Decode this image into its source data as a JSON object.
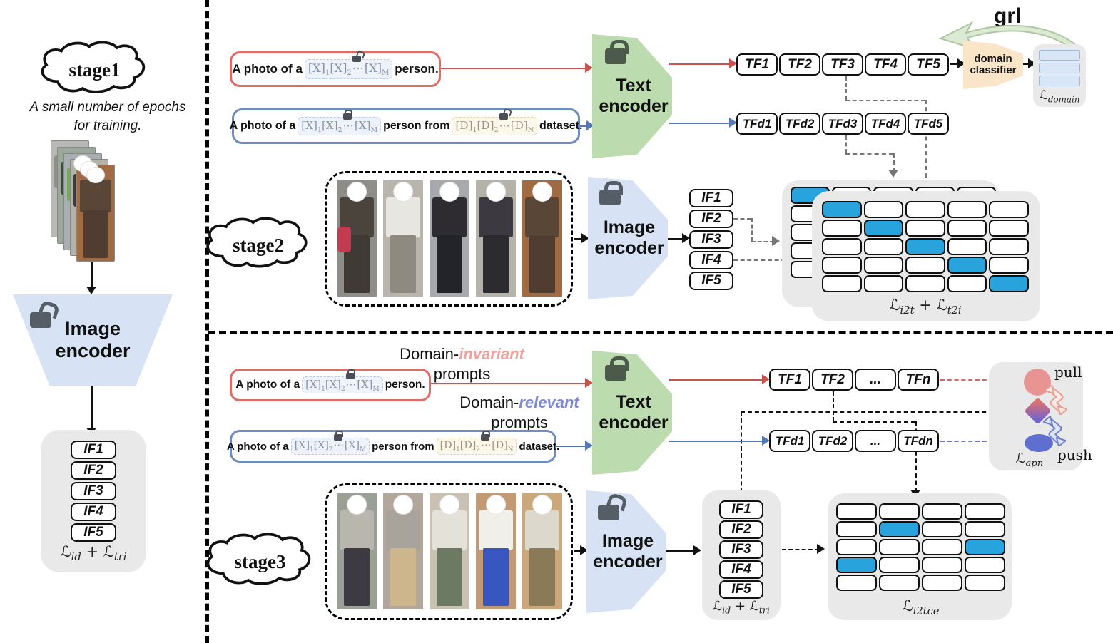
{
  "stage1": {
    "label": "stage1",
    "note1": "A small number of epochs",
    "note2": "for training.",
    "encoder_line1": "Image",
    "encoder_line2": "encoder",
    "features": [
      "IF1",
      "IF2",
      "IF3",
      "IF4",
      "IF5"
    ],
    "loss": {
      "l1": "ℒ",
      "s1": "id",
      "op": "+",
      "l2": "ℒ",
      "s2": "tri"
    },
    "persons": [
      {
        "bg": "#b8b9b4",
        "top": "#8e9088",
        "bot": "#5f6158"
      },
      {
        "bg": "#9aa79a",
        "top": "#3f4a3e",
        "bot": "#32382f"
      },
      {
        "bg": "#a9aeb2",
        "top": "#6fae58",
        "bot": "#e0b23a"
      },
      {
        "bg": "#b5b2aa",
        "top": "#3c3a40",
        "bot": "#2b2b30"
      },
      {
        "bg": "#a06b43",
        "top": "#5a4636",
        "bot": "#4e3d30"
      }
    ]
  },
  "tokens": {
    "photo_prefix": "A photo of a",
    "person_suffix": "person.",
    "person_from": "person from",
    "dataset_suffix": "dataset.",
    "x": "[X]",
    "d": "[D]",
    "s1": "1",
    "s2": "2",
    "dots": "⋯",
    "sM": "M",
    "sN": "N"
  },
  "stage2": {
    "label": "stage2",
    "text_encoder_line1": "Text",
    "text_encoder_line2": "encoder",
    "image_encoder_line1": "Image",
    "image_encoder_line2": "encoder",
    "tf": [
      "TF1",
      "TF2",
      "TF3",
      "TF4",
      "TF5"
    ],
    "tfd": [
      "TFd1",
      "TFd2",
      "TFd3",
      "TFd4",
      "TFd5"
    ],
    "features": [
      "IF1",
      "IF2",
      "IF3",
      "IF4",
      "IF5"
    ],
    "grl": "grl",
    "classifier_line1": "domain",
    "classifier_line2": "classifier",
    "loss_domain": {
      "l1": "ℒ",
      "s1": "domain"
    },
    "loss_matrix": {
      "l1": "ℒ",
      "s1": "i2t",
      "op": "+",
      "l2": "ℒ",
      "s2": "t2i"
    },
    "matrix_back": {
      "rows": 5,
      "cols": 5,
      "blue": [
        [
          0,
          0
        ]
      ]
    },
    "matrix_front": {
      "rows": 5,
      "cols": 5,
      "blue": [
        [
          0,
          0
        ],
        [
          1,
          1
        ],
        [
          2,
          2
        ],
        [
          3,
          3
        ],
        [
          4,
          4
        ]
      ]
    },
    "persons": [
      {
        "bg": "#8f8d88",
        "top": "#4a443c",
        "bot": "#3f3a33",
        "acc": "#c33b4e"
      },
      {
        "bg": "#b9b5ac",
        "top": "#e8e6e0",
        "bot": "#8e8a80"
      },
      {
        "bg": "#a7a9ad",
        "top": "#2e2c31",
        "bot": "#23242a"
      },
      {
        "bg": "#b5b2aa",
        "top": "#3c3a40",
        "bot": "#2b2b30"
      },
      {
        "bg": "#a06b43",
        "top": "#5a4636",
        "bot": "#4e3d30"
      }
    ]
  },
  "stage3": {
    "label": "stage3",
    "caption_inv_prefix": "Domain-",
    "caption_inv_em": "invariant",
    "caption_rel_prefix": "Domain-",
    "caption_rel_em": "relevant",
    "caption_line2": "prompts",
    "text_encoder_line1": "Text",
    "text_encoder_line2": "encoder",
    "image_encoder_line1": "Image",
    "image_encoder_line2": "encoder",
    "tf": [
      "TF1",
      "TF2",
      "...",
      "TFn"
    ],
    "tfd": [
      "TFd1",
      "TFd2",
      "...",
      "TFdn"
    ],
    "features": [
      "IF1",
      "IF2",
      "IF3",
      "IF4",
      "IF5"
    ],
    "pull": "pull",
    "push": "push",
    "loss_apn": {
      "l1": "ℒ",
      "s1": "apn"
    },
    "loss_idtri": {
      "l1": "ℒ",
      "s1": "id",
      "op": "+",
      "l2": "ℒ",
      "s2": "tri"
    },
    "loss_i2tce": {
      "l1": "ℒ",
      "s1": "i2tce"
    },
    "matrix": {
      "rows": 5,
      "cols": 4,
      "blue": [
        [
          1,
          1
        ],
        [
          2,
          3
        ],
        [
          3,
          0
        ]
      ]
    },
    "persons": [
      {
        "bg": "#9aa095",
        "top": "#b9b6ad",
        "bot": "#3e3a44"
      },
      {
        "bg": "#b3a79b",
        "top": "#a8a49c",
        "bot": "#cdb68c"
      },
      {
        "bg": "#c9c2b4",
        "top": "#e3e1d8",
        "bot": "#6c7a64"
      },
      {
        "bg": "#c29a74",
        "top": "#f0efea",
        "bot": "#3956c0"
      },
      {
        "bg": "#caa87c",
        "top": "#ddd8cc",
        "bot": "#8a7a58"
      }
    ]
  },
  "colors": {
    "blue_cell": "#29a3dc",
    "red_arrow": "#c9534f",
    "blue_arrow": "#5577b3",
    "green_encoder": "#bcdbae",
    "blue_encoder": "#d7e3f4",
    "orange_classifier": "#fbe5c8",
    "pink_node": "#e89492",
    "blue_node": "#5f6fd0"
  }
}
